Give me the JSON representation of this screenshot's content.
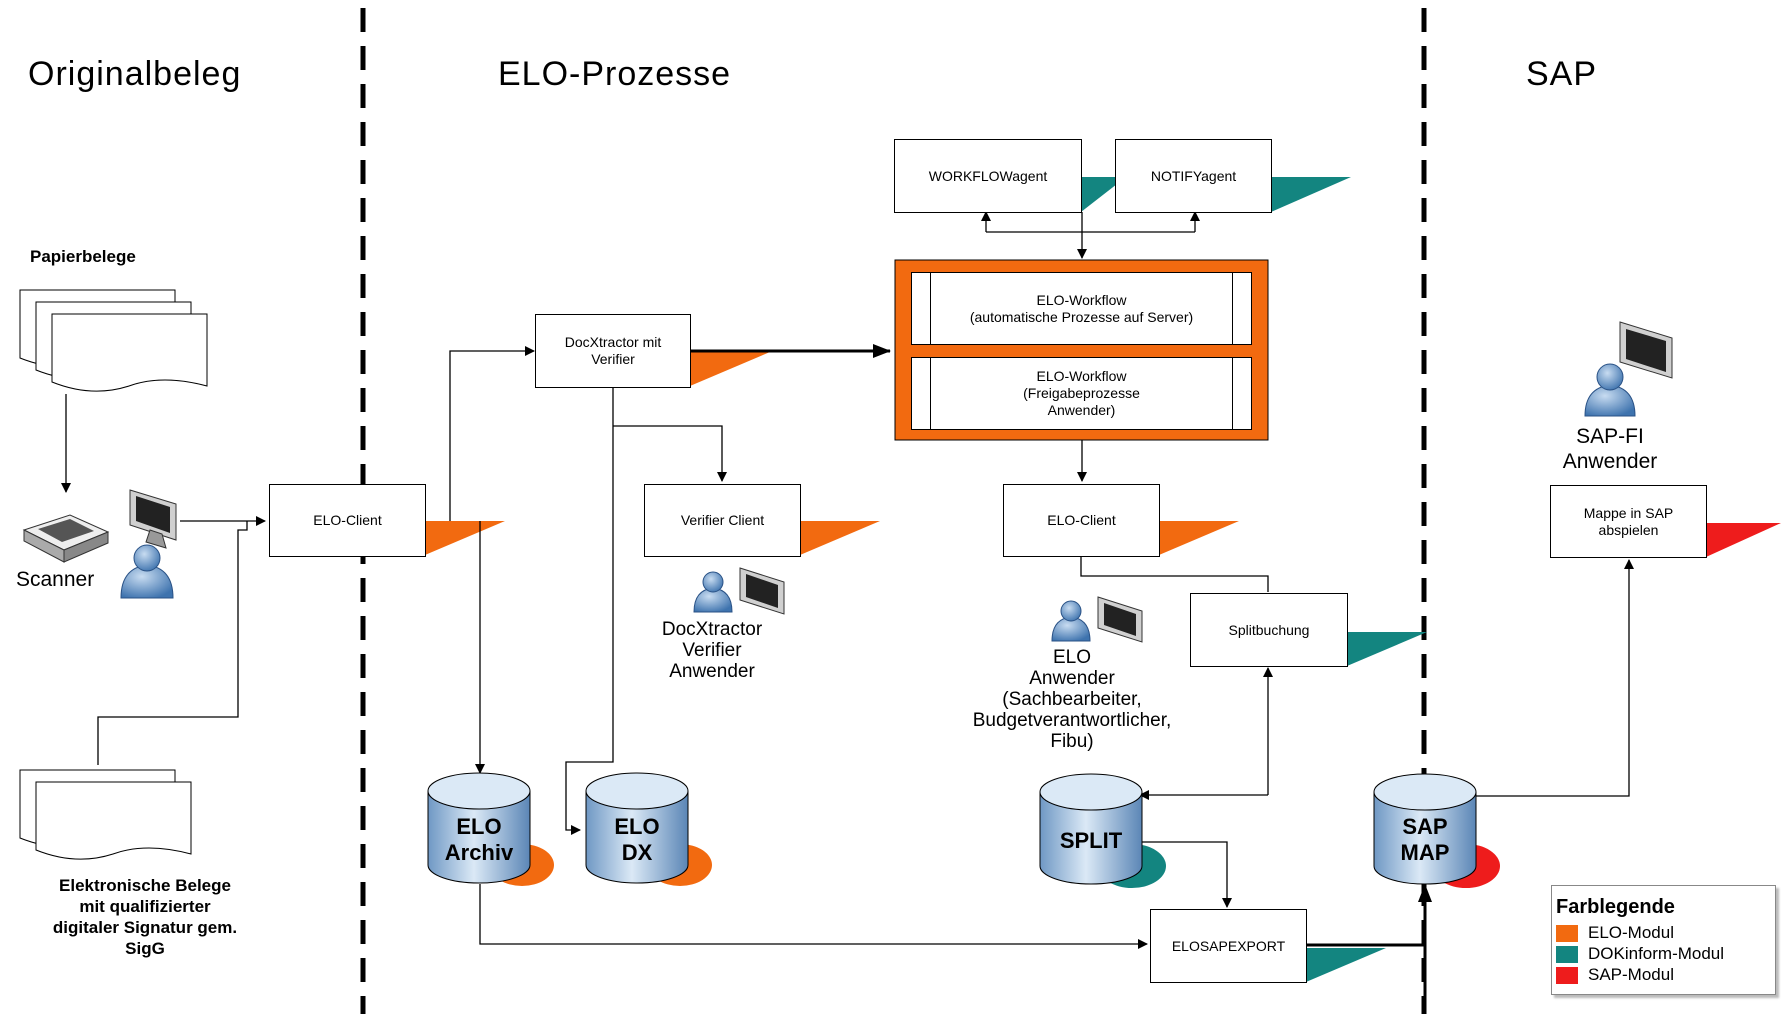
{
  "headers": {
    "original": "Originalbeleg",
    "elo": "ELO-Prozesse",
    "sap": "SAP"
  },
  "labels": {
    "papier": "Papierbelege",
    "scanner": "Scanner",
    "elektronisch": "Elektronische Belege\nmit qualifizierter\ndigitaler Signatur gem.\nSigG",
    "docx_user": "DocXtractor\nVerifier\nAnwender",
    "elo_user": "ELO\nAnwender\n(Sachbearbeiter,\nBudgetverantwortlicher,\nFibu)",
    "sapfi_user": "SAP-FI\nAnwender"
  },
  "boxes": {
    "elo_client_left": "ELO-Client",
    "docxtractor": "DocXtractor mit\nVerifier",
    "verifier_client": "Verifier Client",
    "workflowagent": "WORKFLOWagent",
    "notifyagent": "NOTIFYagent",
    "wf_auto": "ELO-Workflow\n(automatische Prozesse auf Server)",
    "wf_frei": "ELO-Workflow\n(Freigabeprozesse\nAnwender)",
    "elo_client_right": "ELO-Client",
    "splitbuchung": "Splitbuchung",
    "elosapexport": "ELOSAPEXPORT",
    "mappe": "Mappe in SAP\nabspielen"
  },
  "databases": {
    "elo_archiv": "ELO\nArchiv",
    "elo_dx": "ELO\nDX",
    "split": "SPLIT",
    "sap_map": "SAP\nMAP"
  },
  "legend": {
    "title": "Farblegende",
    "items": [
      {
        "label": "ELO-Modul",
        "color": "#f26a10"
      },
      {
        "label": "DOKinform-Modul",
        "color": "#138580"
      },
      {
        "label": "SAP-Modul",
        "color": "#ee1c1c"
      }
    ]
  },
  "colors": {
    "elo": "#f26a10",
    "dokinform": "#138580",
    "sap": "#ee1c1c"
  }
}
